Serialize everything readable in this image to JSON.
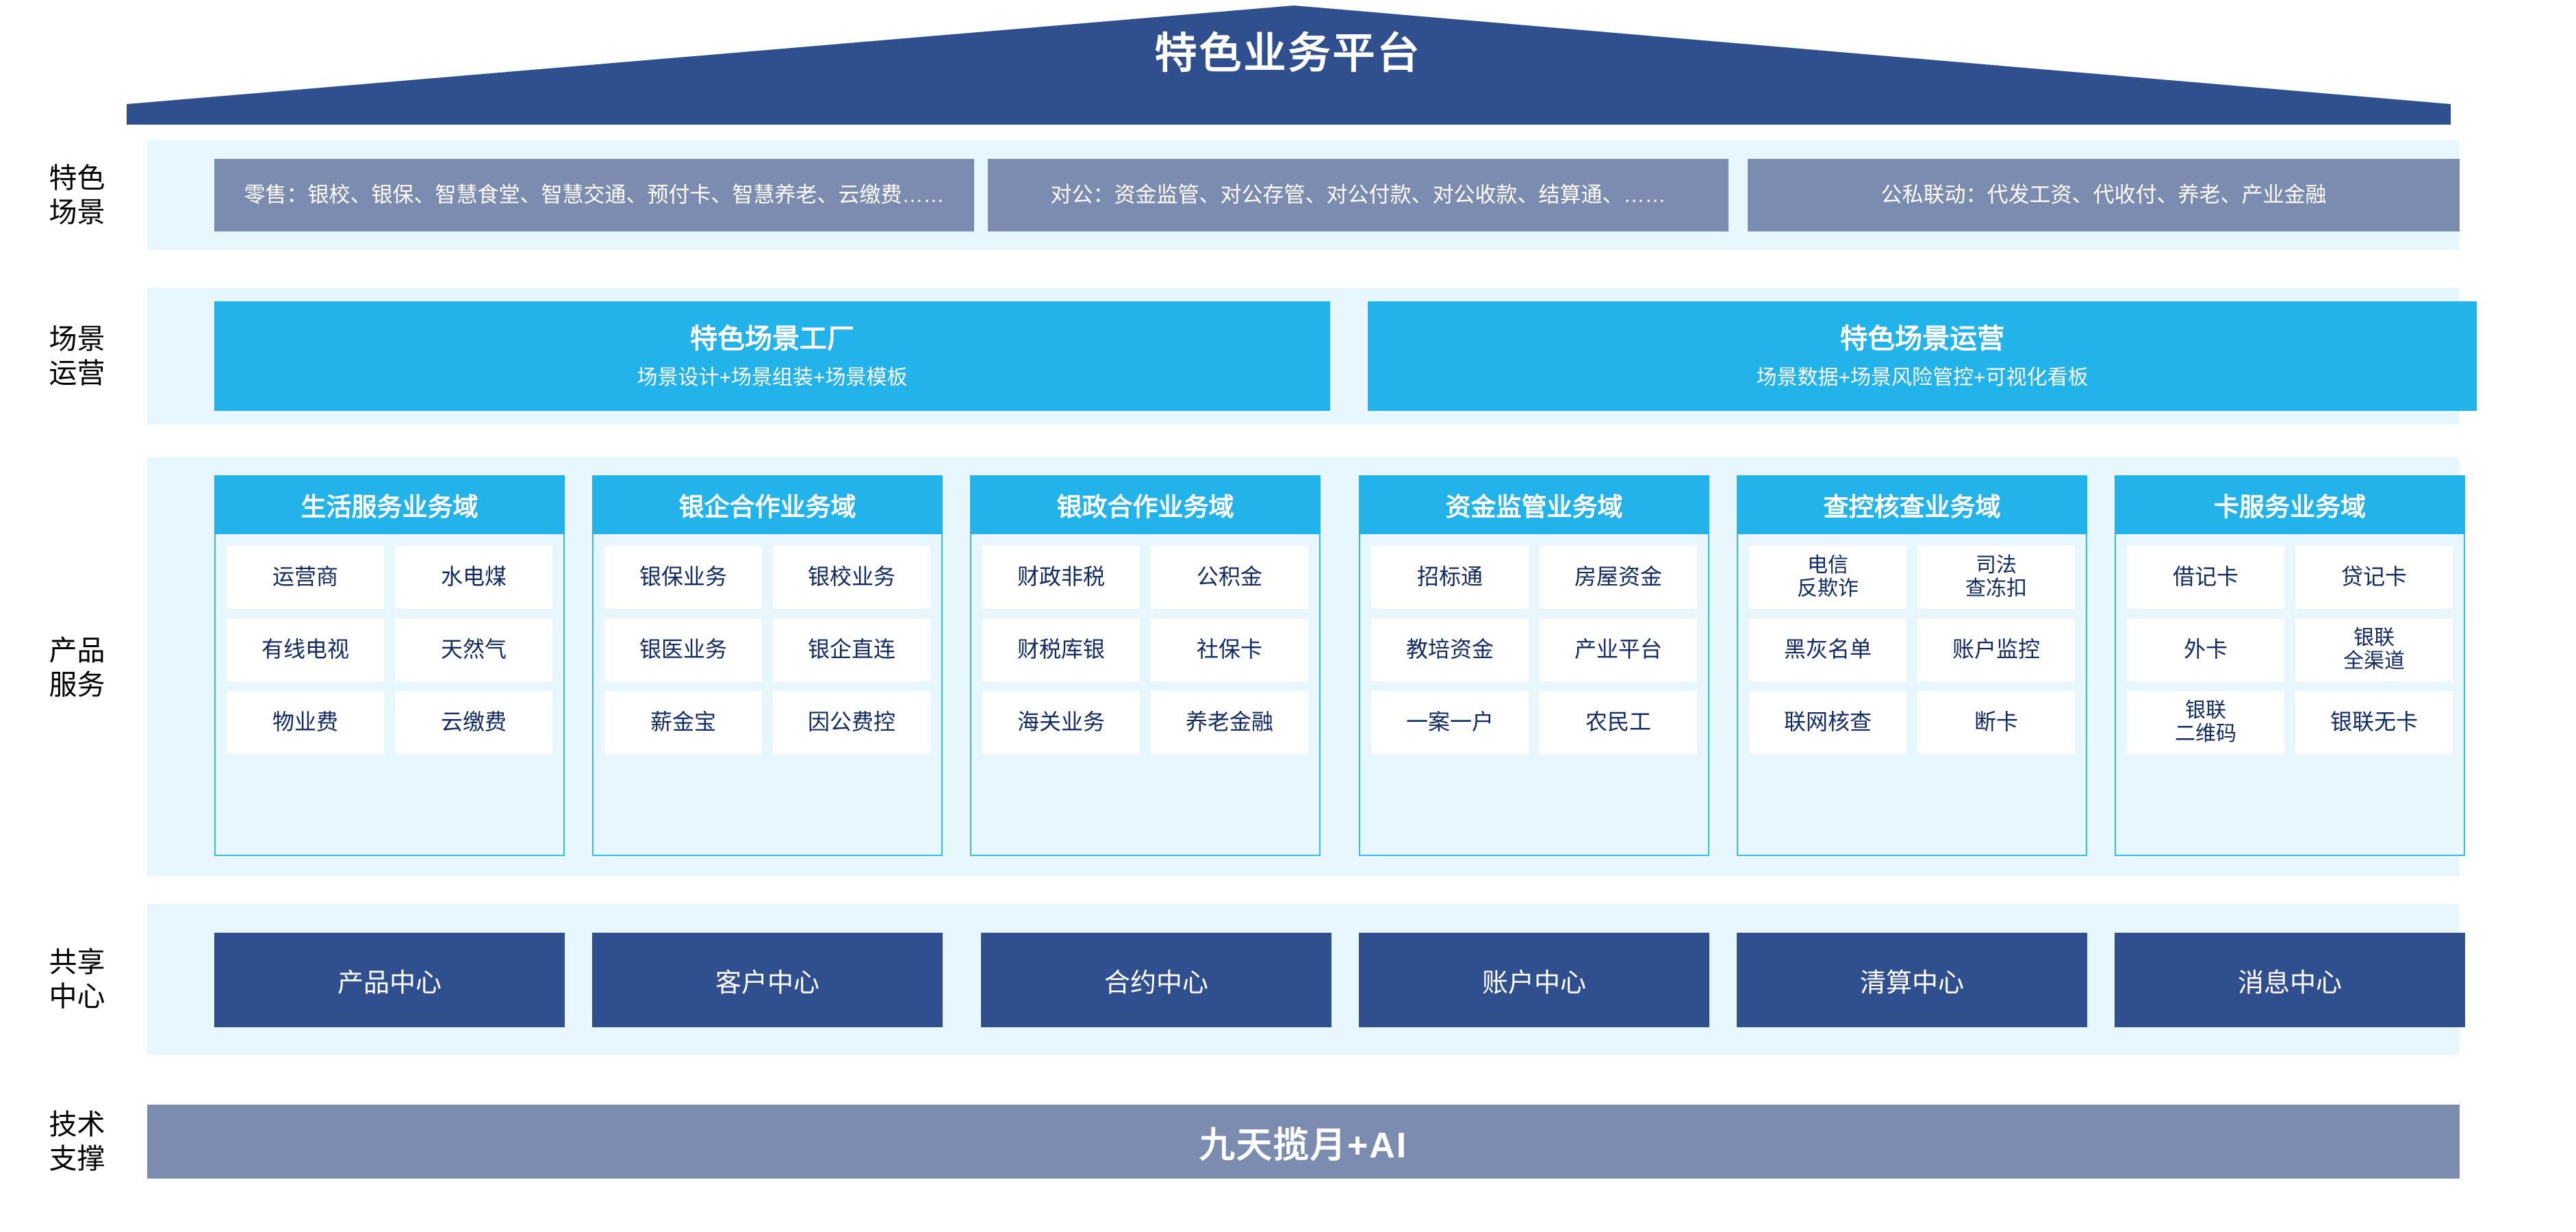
{
  "roof": {
    "title": "特色业务平台",
    "fill": "#2f4f8e"
  },
  "rows": {
    "scenario_label": [
      "特色",
      "场景"
    ],
    "operation_label": [
      "场景",
      "运营"
    ],
    "product_label": [
      "产品",
      "服务"
    ],
    "shared_label": [
      "共享",
      "中心"
    ],
    "tech_label": [
      "技术",
      "支撑"
    ]
  },
  "scenario": {
    "boxes": [
      {
        "text": "零售：银校、银保、智慧食堂、智慧交通、预付卡、智慧养老、云缴费……"
      },
      {
        "text": "对公：资金监管、对公存管、对公付款、对公收款、结算通、……"
      },
      {
        "text": "公私联动：代发工资、代收付、养老、产业金融"
      }
    ],
    "box_fill": "#7b8cb0"
  },
  "operation": {
    "boxes": [
      {
        "title": "特色场景工厂",
        "subtitle": "场景设计+场景组装+场景模板"
      },
      {
        "title": "特色场景运营",
        "subtitle": "场景数据+场景风险管控+可视化看板"
      }
    ],
    "box_fill": "#22b3eb"
  },
  "product": {
    "accent": "#22b3eb",
    "columns": [
      {
        "title": "生活服务业务域",
        "cells": [
          "运营商",
          "水电煤",
          "有线电视",
          "天然气",
          "物业费",
          "云缴费"
        ]
      },
      {
        "title": "银企合作业务域",
        "cells": [
          "银保业务",
          "银校业务",
          "银医业务",
          "银企直连",
          "薪金宝",
          "因公费控"
        ]
      },
      {
        "title": "银政合作业务域",
        "cells": [
          "财政非税",
          "公积金",
          "财税库银",
          "社保卡",
          "海关业务",
          "养老金融"
        ]
      },
      {
        "title": "资金监管业务域",
        "cells": [
          "招标通",
          "房屋资金",
          "教培资金",
          "产业平台",
          "一案一户",
          "农民工"
        ]
      },
      {
        "title": "查控核查业务域",
        "cells": [
          "电信\n反欺诈",
          "司法\n查冻扣",
          "黑灰名单",
          "账户监控",
          "联网核查",
          "断卡"
        ]
      },
      {
        "title": "卡服务业务域",
        "cells": [
          "借记卡",
          "贷记卡",
          "外卡",
          "银联\n全渠道",
          "银联\n二维码",
          "银联无卡"
        ]
      }
    ]
  },
  "shared": {
    "box_fill": "#2f4f8e",
    "items": [
      "产品中心",
      "客户中心",
      "合约中心",
      "账户中心",
      "清算中心",
      "消息中心"
    ]
  },
  "tech": {
    "label": "九天揽月+AI",
    "bar_fill": "#7b8cb0"
  }
}
